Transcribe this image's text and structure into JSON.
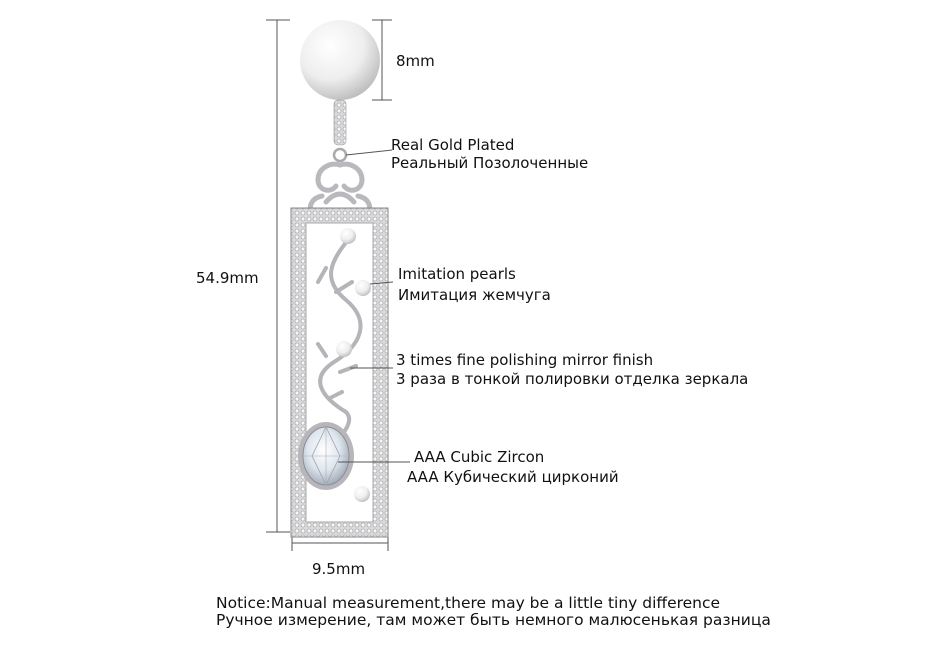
{
  "dimensions": {
    "pearl_size": "8mm",
    "length": "54.9mm",
    "width": "9.5mm"
  },
  "callouts": [
    {
      "en": "Real Gold Plated",
      "ru": "Реальный Позолоченные"
    },
    {
      "en": "Imitation pearls",
      "ru": "Имитация жемчуга"
    },
    {
      "en": "3 times fine polishing mirror finish",
      "ru": "3 раза в тонкой полировки отделка зеркала"
    },
    {
      "en": "AAA Cubic Zircon",
      "ru": "AAA Кубический цирконий"
    }
  ],
  "notice": {
    "en": "Notice:Manual measurement,there may be a little tiny difference",
    "ru": "Ручное измерение, там может быть немного малюсенькая разница"
  },
  "colors": {
    "metal": "#c9c9cc",
    "line": "#555555",
    "pearl": "#f3f3f3",
    "zircon": "#dfe6ee"
  }
}
